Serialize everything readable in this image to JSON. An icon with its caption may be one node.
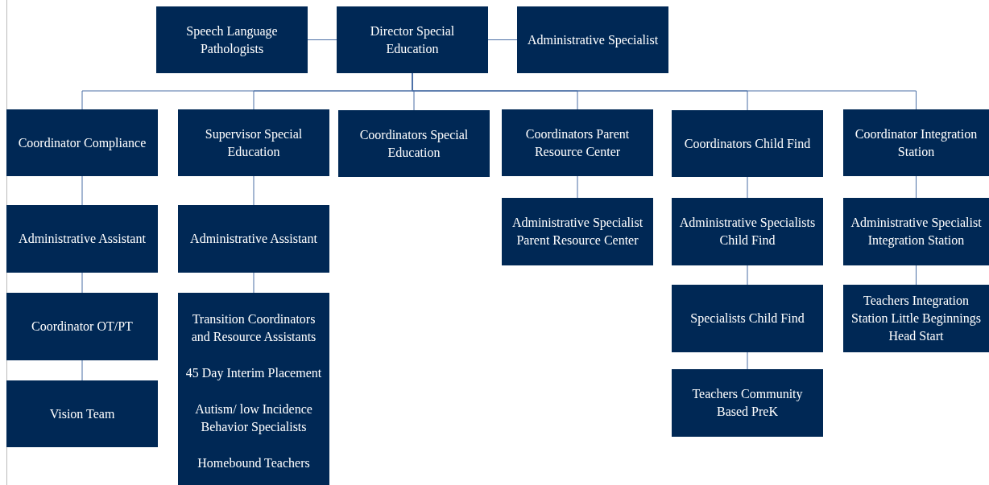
{
  "diagram": {
    "nodes": [
      {
        "text": [
          "Director Special Education"
        ]
      },
      {
        "text": [
          "Speech Language Pathologists"
        ]
      },
      {
        "text": [
          "Administrative Specialist"
        ]
      },
      {
        "text": [
          "Coordinator Compliance"
        ]
      },
      {
        "text": [
          "Supervisor Special Education"
        ]
      },
      {
        "text": [
          "Coordinators Special Education"
        ]
      },
      {
        "text": [
          "Coordinators Parent Resource Center"
        ]
      },
      {
        "text": [
          "Coordinators Child Find"
        ]
      },
      {
        "text": [
          "Coordinator Integration Station"
        ]
      },
      {
        "text": [
          "Administrative Assistant"
        ]
      },
      {
        "text": [
          "Coordinator OT/PT"
        ]
      },
      {
        "text": [
          "Vision Team"
        ]
      },
      {
        "text": [
          "Administrative Assistant"
        ]
      },
      {
        "text": [
          "Transition Coordinators and Resource Assistants",
          "45 Day Interim Placement",
          "Autism/ low Incidence Behavior Specialists",
          "Homebound Teachers"
        ]
      },
      {
        "text": [
          "Administrative Specialist Parent Resource Center"
        ]
      },
      {
        "text": [
          "Administrative Specialists Child Find"
        ]
      },
      {
        "text": [
          "Specialists Child Find"
        ]
      },
      {
        "text": [
          "Teachers Community Based PreK"
        ]
      },
      {
        "text": [
          "Administrative Specialist Integration Station"
        ]
      },
      {
        "text": [
          "Teachers Integration Station Little Beginnings Head Start"
        ]
      }
    ],
    "edges": [
      {
        "from": 1,
        "to": 0,
        "arrow": "none"
      },
      {
        "from": 0,
        "to": 2,
        "arrow": "none"
      },
      {
        "from": 0,
        "to": 3,
        "arrow": "none"
      },
      {
        "from": 0,
        "to": 4,
        "arrow": "none"
      },
      {
        "from": 0,
        "to": 5,
        "arrow": "none"
      },
      {
        "from": 0,
        "to": 6,
        "arrow": "none"
      },
      {
        "from": 0,
        "to": 7,
        "arrow": "none"
      },
      {
        "from": 0,
        "to": 8,
        "arrow": "none"
      },
      {
        "from": 3,
        "to": 9,
        "arrow": "none"
      },
      {
        "from": 9,
        "to": 10,
        "arrow": "none"
      },
      {
        "from": 10,
        "to": 11,
        "arrow": "none"
      },
      {
        "from": 4,
        "to": 12,
        "arrow": "none"
      },
      {
        "from": 12,
        "to": 13,
        "arrow": "none"
      },
      {
        "from": 6,
        "to": 14,
        "arrow": "none"
      },
      {
        "from": 7,
        "to": 15,
        "arrow": "none"
      },
      {
        "from": 15,
        "to": 16,
        "arrow": "none"
      },
      {
        "from": 16,
        "to": 17,
        "arrow": "none"
      },
      {
        "from": 8,
        "to": 18,
        "arrow": "none"
      },
      {
        "from": 18,
        "to": 19,
        "arrow": "none"
      }
    ]
  }
}
